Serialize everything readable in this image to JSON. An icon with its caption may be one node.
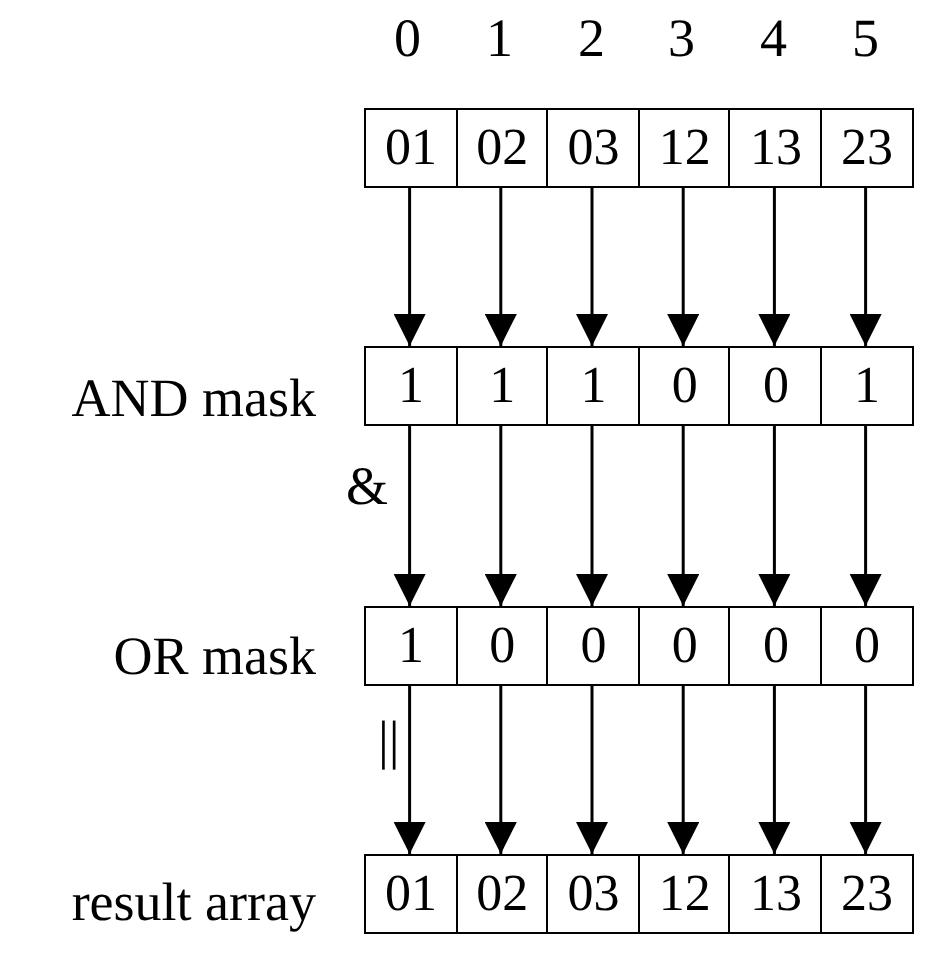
{
  "diagram": {
    "nodes": [
      {
        "text": [
          "01"
        ]
      },
      {
        "text": [
          "02"
        ]
      },
      {
        "text": [
          "03"
        ]
      },
      {
        "text": [
          "12"
        ]
      },
      {
        "text": [
          "13"
        ]
      },
      {
        "text": [
          "23"
        ]
      },
      {
        "text": [
          "1"
        ]
      },
      {
        "text": [
          "1"
        ]
      },
      {
        "text": [
          "1"
        ]
      },
      {
        "text": [
          "0"
        ]
      },
      {
        "text": [
          "0"
        ]
      },
      {
        "text": [
          "1"
        ]
      },
      {
        "text": [
          "1"
        ]
      },
      {
        "text": [
          "0"
        ]
      },
      {
        "text": [
          "0"
        ]
      },
      {
        "text": [
          "0"
        ]
      },
      {
        "text": [
          "0"
        ]
      },
      {
        "text": [
          "0"
        ]
      },
      {
        "text": [
          "01"
        ]
      },
      {
        "text": [
          "02"
        ]
      },
      {
        "text": [
          "03"
        ]
      },
      {
        "text": [
          "12"
        ]
      },
      {
        "text": [
          "13"
        ]
      },
      {
        "text": [
          "23"
        ]
      }
    ],
    "edges": [
      {
        "from": 0,
        "to": 6,
        "arrow": "to"
      },
      {
        "from": 1,
        "to": 7,
        "arrow": "to"
      },
      {
        "from": 2,
        "to": 8,
        "arrow": "to"
      },
      {
        "from": 3,
        "to": 9,
        "arrow": "to"
      },
      {
        "from": 4,
        "to": 10,
        "arrow": "to"
      },
      {
        "from": 5,
        "to": 11,
        "arrow": "to"
      },
      {
        "from": 6,
        "to": 12,
        "arrow": "to"
      },
      {
        "from": 7,
        "to": 13,
        "arrow": "to"
      },
      {
        "from": 8,
        "to": 14,
        "arrow": "to"
      },
      {
        "from": 9,
        "to": 15,
        "arrow": "to"
      },
      {
        "from": 10,
        "to": 16,
        "arrow": "to"
      },
      {
        "from": 11,
        "to": 17,
        "arrow": "to"
      },
      {
        "from": 12,
        "to": 18,
        "arrow": "to"
      },
      {
        "from": 13,
        "to": 19,
        "arrow": "to"
      },
      {
        "from": 14,
        "to": 20,
        "arrow": "to"
      },
      {
        "from": 15,
        "to": 21,
        "arrow": "to"
      },
      {
        "from": 16,
        "to": 22,
        "arrow": "to"
      },
      {
        "from": 17,
        "to": 23,
        "arrow": "to"
      }
    ],
    "labels": [
      "0",
      "1",
      "2",
      "3",
      "4",
      "5",
      "AND mask",
      "&",
      "OR mask",
      "||",
      "result array"
    ]
  }
}
